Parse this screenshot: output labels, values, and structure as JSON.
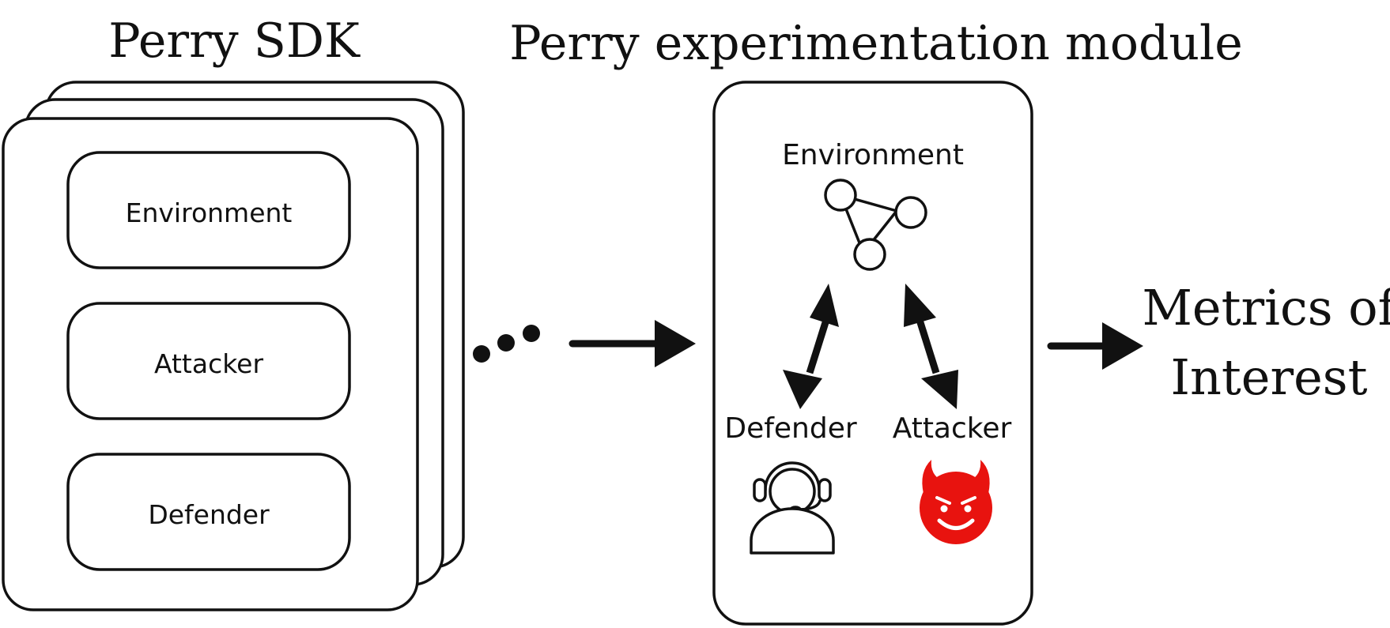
{
  "sdk": {
    "title": "Perry SDK",
    "components": [
      "Environment",
      "Attacker",
      "Defender"
    ],
    "ellipsis": "..."
  },
  "module": {
    "title": "Perry experimentation module",
    "environment_label": "Environment",
    "defender_label": "Defender",
    "attacker_label": "Attacker"
  },
  "output": {
    "line1": "Metrics of",
    "line2": "Interest"
  },
  "icons": {
    "environment": "network-graph-icon",
    "defender": "support-agent-icon",
    "attacker": "devil-face-icon"
  },
  "colors": {
    "stroke": "#111111",
    "attacker_red": "#e8130f"
  }
}
